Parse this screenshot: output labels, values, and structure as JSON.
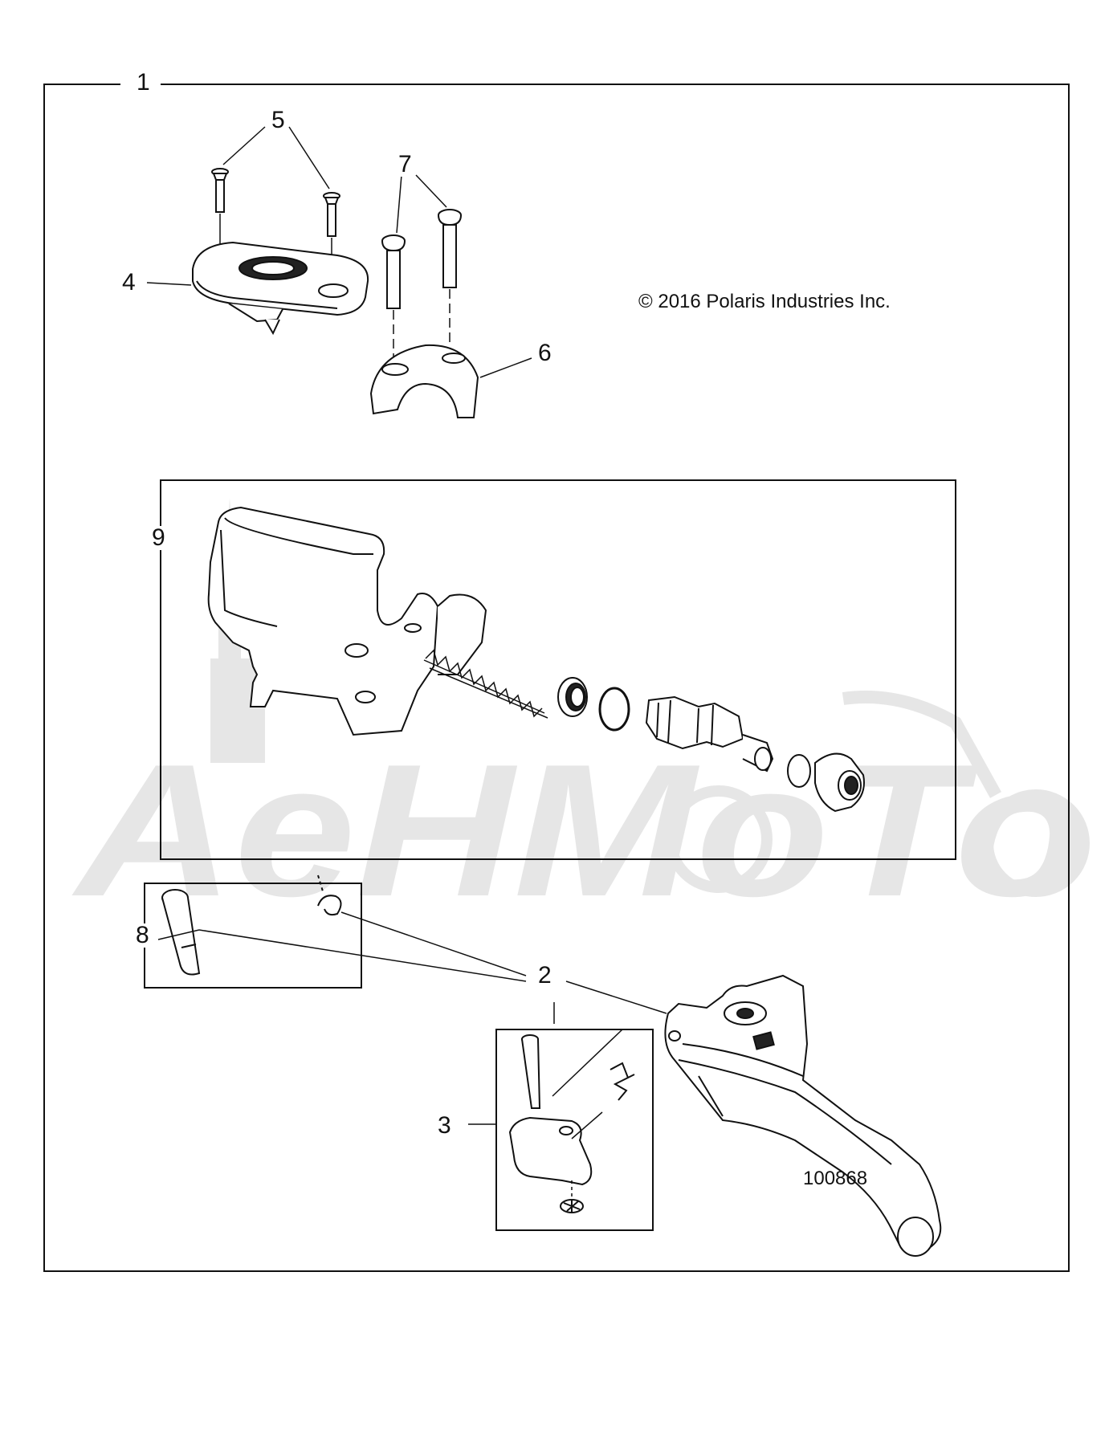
{
  "diagram": {
    "callouts": {
      "c1": "1",
      "c2": "2",
      "c3": "3",
      "c4": "4",
      "c5": "5",
      "c6": "6",
      "c7": "7",
      "c8": "8",
      "c9": "9"
    },
    "copyright": "© 2016 Polaris Industries Inc.",
    "drawing_number": "100868",
    "watermark_text": "AeHMoTo",
    "line_color": "#111111",
    "watermark_color": "#e6e6e6"
  }
}
